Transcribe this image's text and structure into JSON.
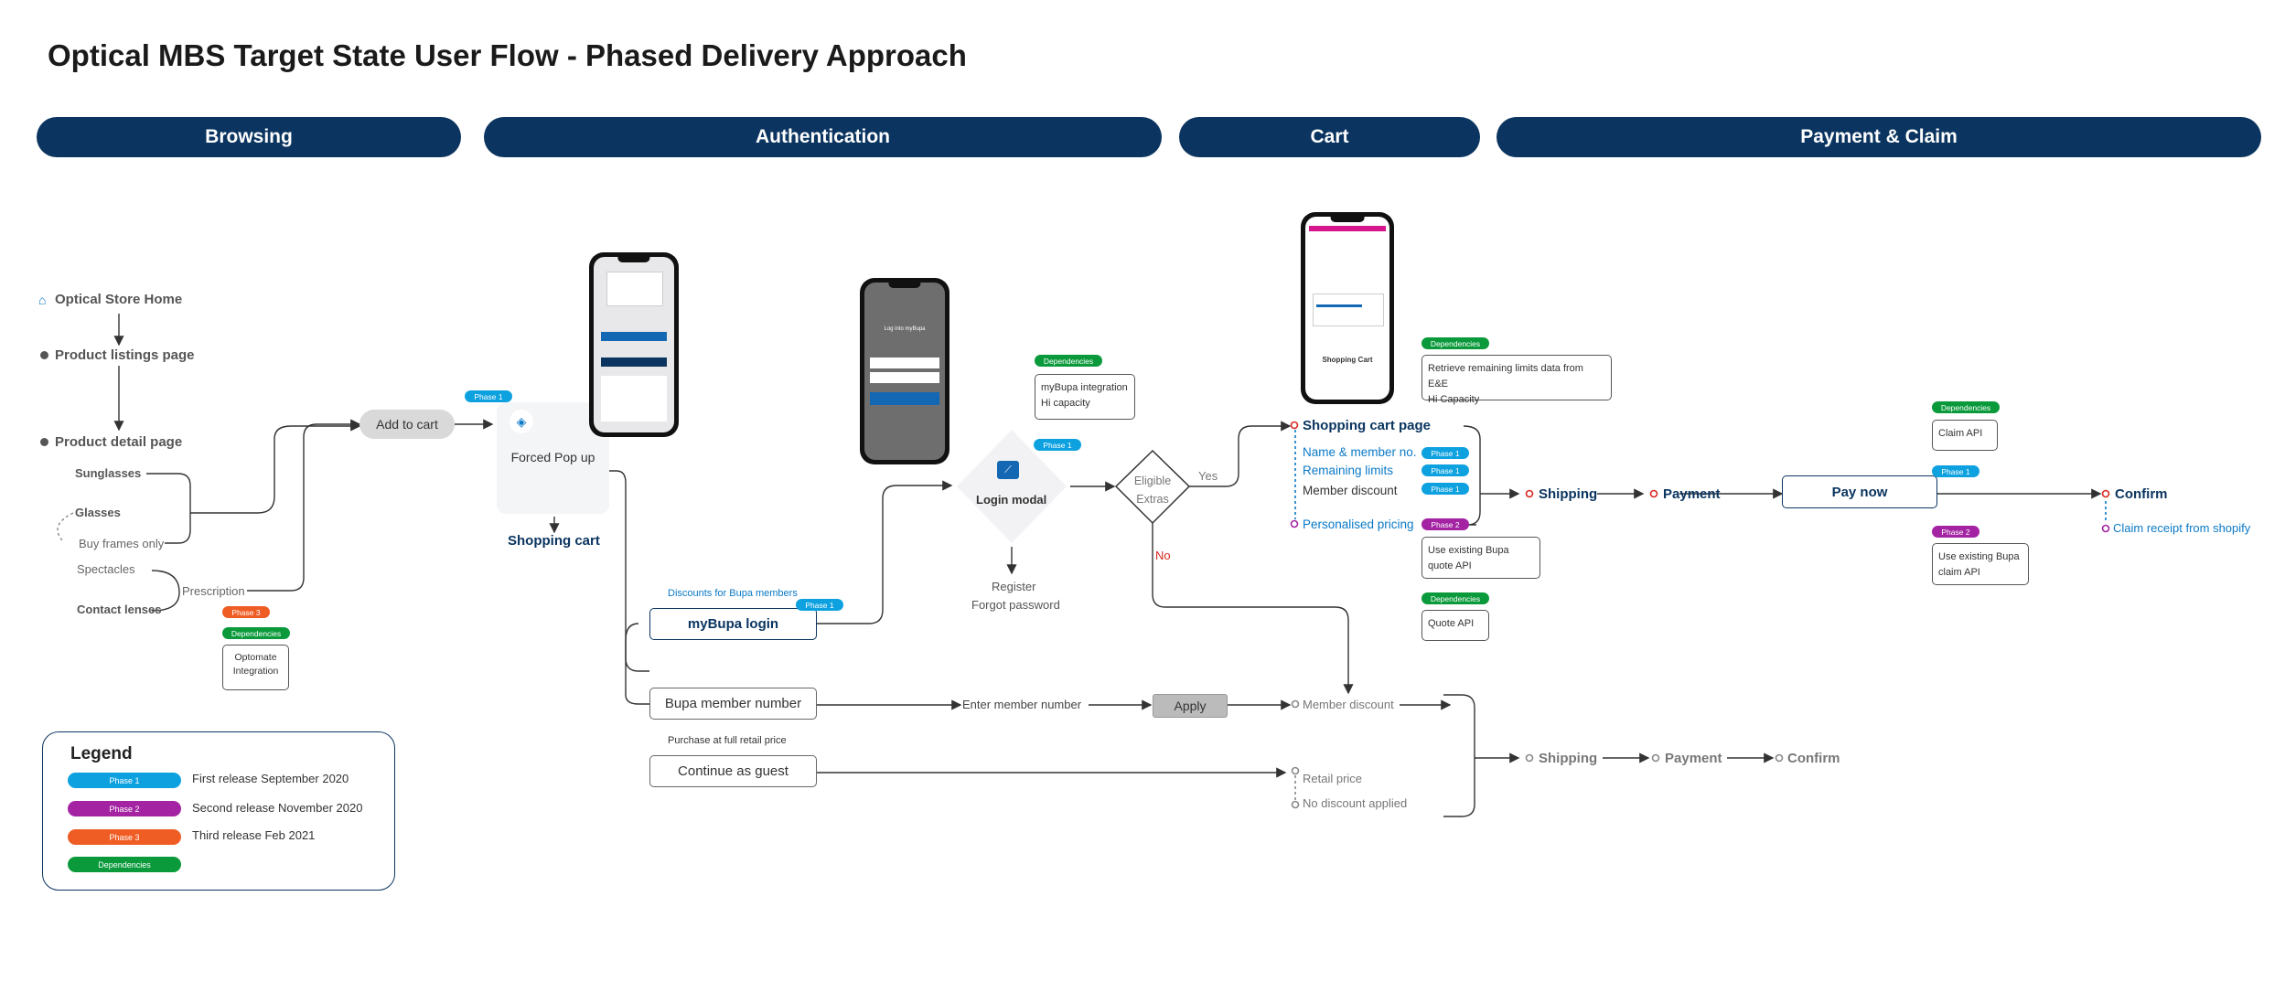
{
  "title": "Optical MBS Target State User Flow - Phased Delivery Approach",
  "sections": [
    "Browsing",
    "Authentication",
    "Cart",
    "Payment & Claim"
  ],
  "browsing": {
    "store_home": "Optical Store Home",
    "listings": "Product listings page",
    "detail": "Product detail page",
    "sunglasses": "Sunglasses",
    "glasses": "Glasses",
    "buy_frames": "Buy frames only",
    "spectacles": "Spectacles",
    "contact_lenses": "Contact lenses",
    "prescription": "Prescription",
    "phase3_badge": "Phase 3",
    "dependencies_badge": "Dependencies",
    "optomate": "Optomate Integration",
    "add_to_cart": "Add to cart"
  },
  "auth": {
    "phase1_badge": "Phase 1",
    "forced_popup": "Forced Pop up",
    "shopping_cart": "Shopping cart",
    "discounts_label": "Discounts for Bupa members",
    "mybupa_login": "myBupa login",
    "member_number": "Bupa member number",
    "purchase_full": "Purchase at full retail price",
    "guest": "Continue as guest",
    "enter_member": "Enter member number",
    "apply": "Apply",
    "login_modal": "Login modal",
    "register": "Register",
    "forgot": "Forgot password",
    "dependencies_badge": "Dependencies",
    "dep_text": "myBupa integration\nHi capacity",
    "eligible": "Eligible Extras",
    "yes": "Yes",
    "no": "No"
  },
  "cart": {
    "page": "Shopping cart page",
    "name_member": "Name & member no.",
    "remaining": "Remaining limits",
    "member_discount": "Member discount",
    "personalised": "Personalised pricing",
    "phase1_badge": "Phase 1",
    "phase2_badge": "Phase 2",
    "dependencies_badge": "Dependencies",
    "dep1_text": "Retrieve remaining limits data from E&E\nHi Capacity",
    "quote_api_use": "Use existing Bupa quote API",
    "quote_api": "Quote API",
    "phone_label": "Shopping Cart"
  },
  "payment": {
    "shipping": "Shipping",
    "payment": "Payment",
    "pay_now": "Pay now",
    "confirm": "Confirm",
    "claim_receipt": "Claim receipt from shopify",
    "dependencies_badge": "Dependencies",
    "claim_api": "Claim API",
    "phase1_badge": "Phase 1",
    "phase2_badge": "Phase 2",
    "claim_api_use": "Use existing Bupa claim API"
  },
  "bottom_flow": {
    "member_discount": "Member discount",
    "retail_price": "Retail price",
    "no_discount": "No discount applied",
    "shipping": "Shipping",
    "payment": "Payment",
    "confirm": "Confirm"
  },
  "legend": {
    "title": "Legend",
    "items": [
      {
        "badge": "Phase 1",
        "text": "First release September 2020",
        "color": "#0ea1e0"
      },
      {
        "badge": "Phase 2",
        "text": "Second release November 2020",
        "color": "#a323a2"
      },
      {
        "badge": "Phase 3",
        "text": "Third release Feb 2021",
        "color": "#ef5d25"
      },
      {
        "badge": "Dependencies",
        "text": "",
        "color": "#0b9a3b"
      }
    ]
  },
  "colors": {
    "navy": "#0b3560",
    "phase1": "#0ea1e0",
    "phase2": "#a323a2",
    "phase3": "#ef5d25",
    "dependencies": "#0b9a3b",
    "no_red": "#d8281f"
  }
}
